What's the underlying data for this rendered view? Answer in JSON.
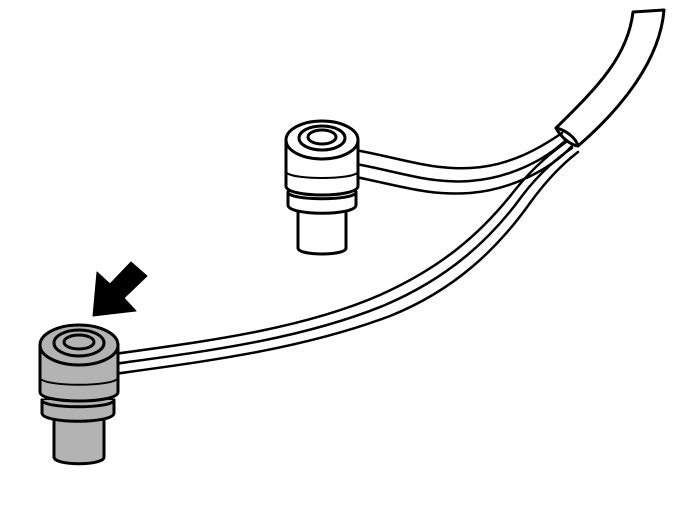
{
  "illustration": {
    "components": [
      {
        "name": "main-cable-sheath",
        "fill": "#ffffff"
      },
      {
        "name": "upper-connector",
        "fill": "#ffffff",
        "highlighted": false
      },
      {
        "name": "lower-connector",
        "fill": "#b3b3b3",
        "highlighted": true
      }
    ],
    "indicator": {
      "type": "arrow",
      "points_to": "lower-connector",
      "color": "#000000"
    },
    "colors": {
      "line": "#000000",
      "highlight": "#b3b3b3",
      "background": "#ffffff"
    }
  }
}
